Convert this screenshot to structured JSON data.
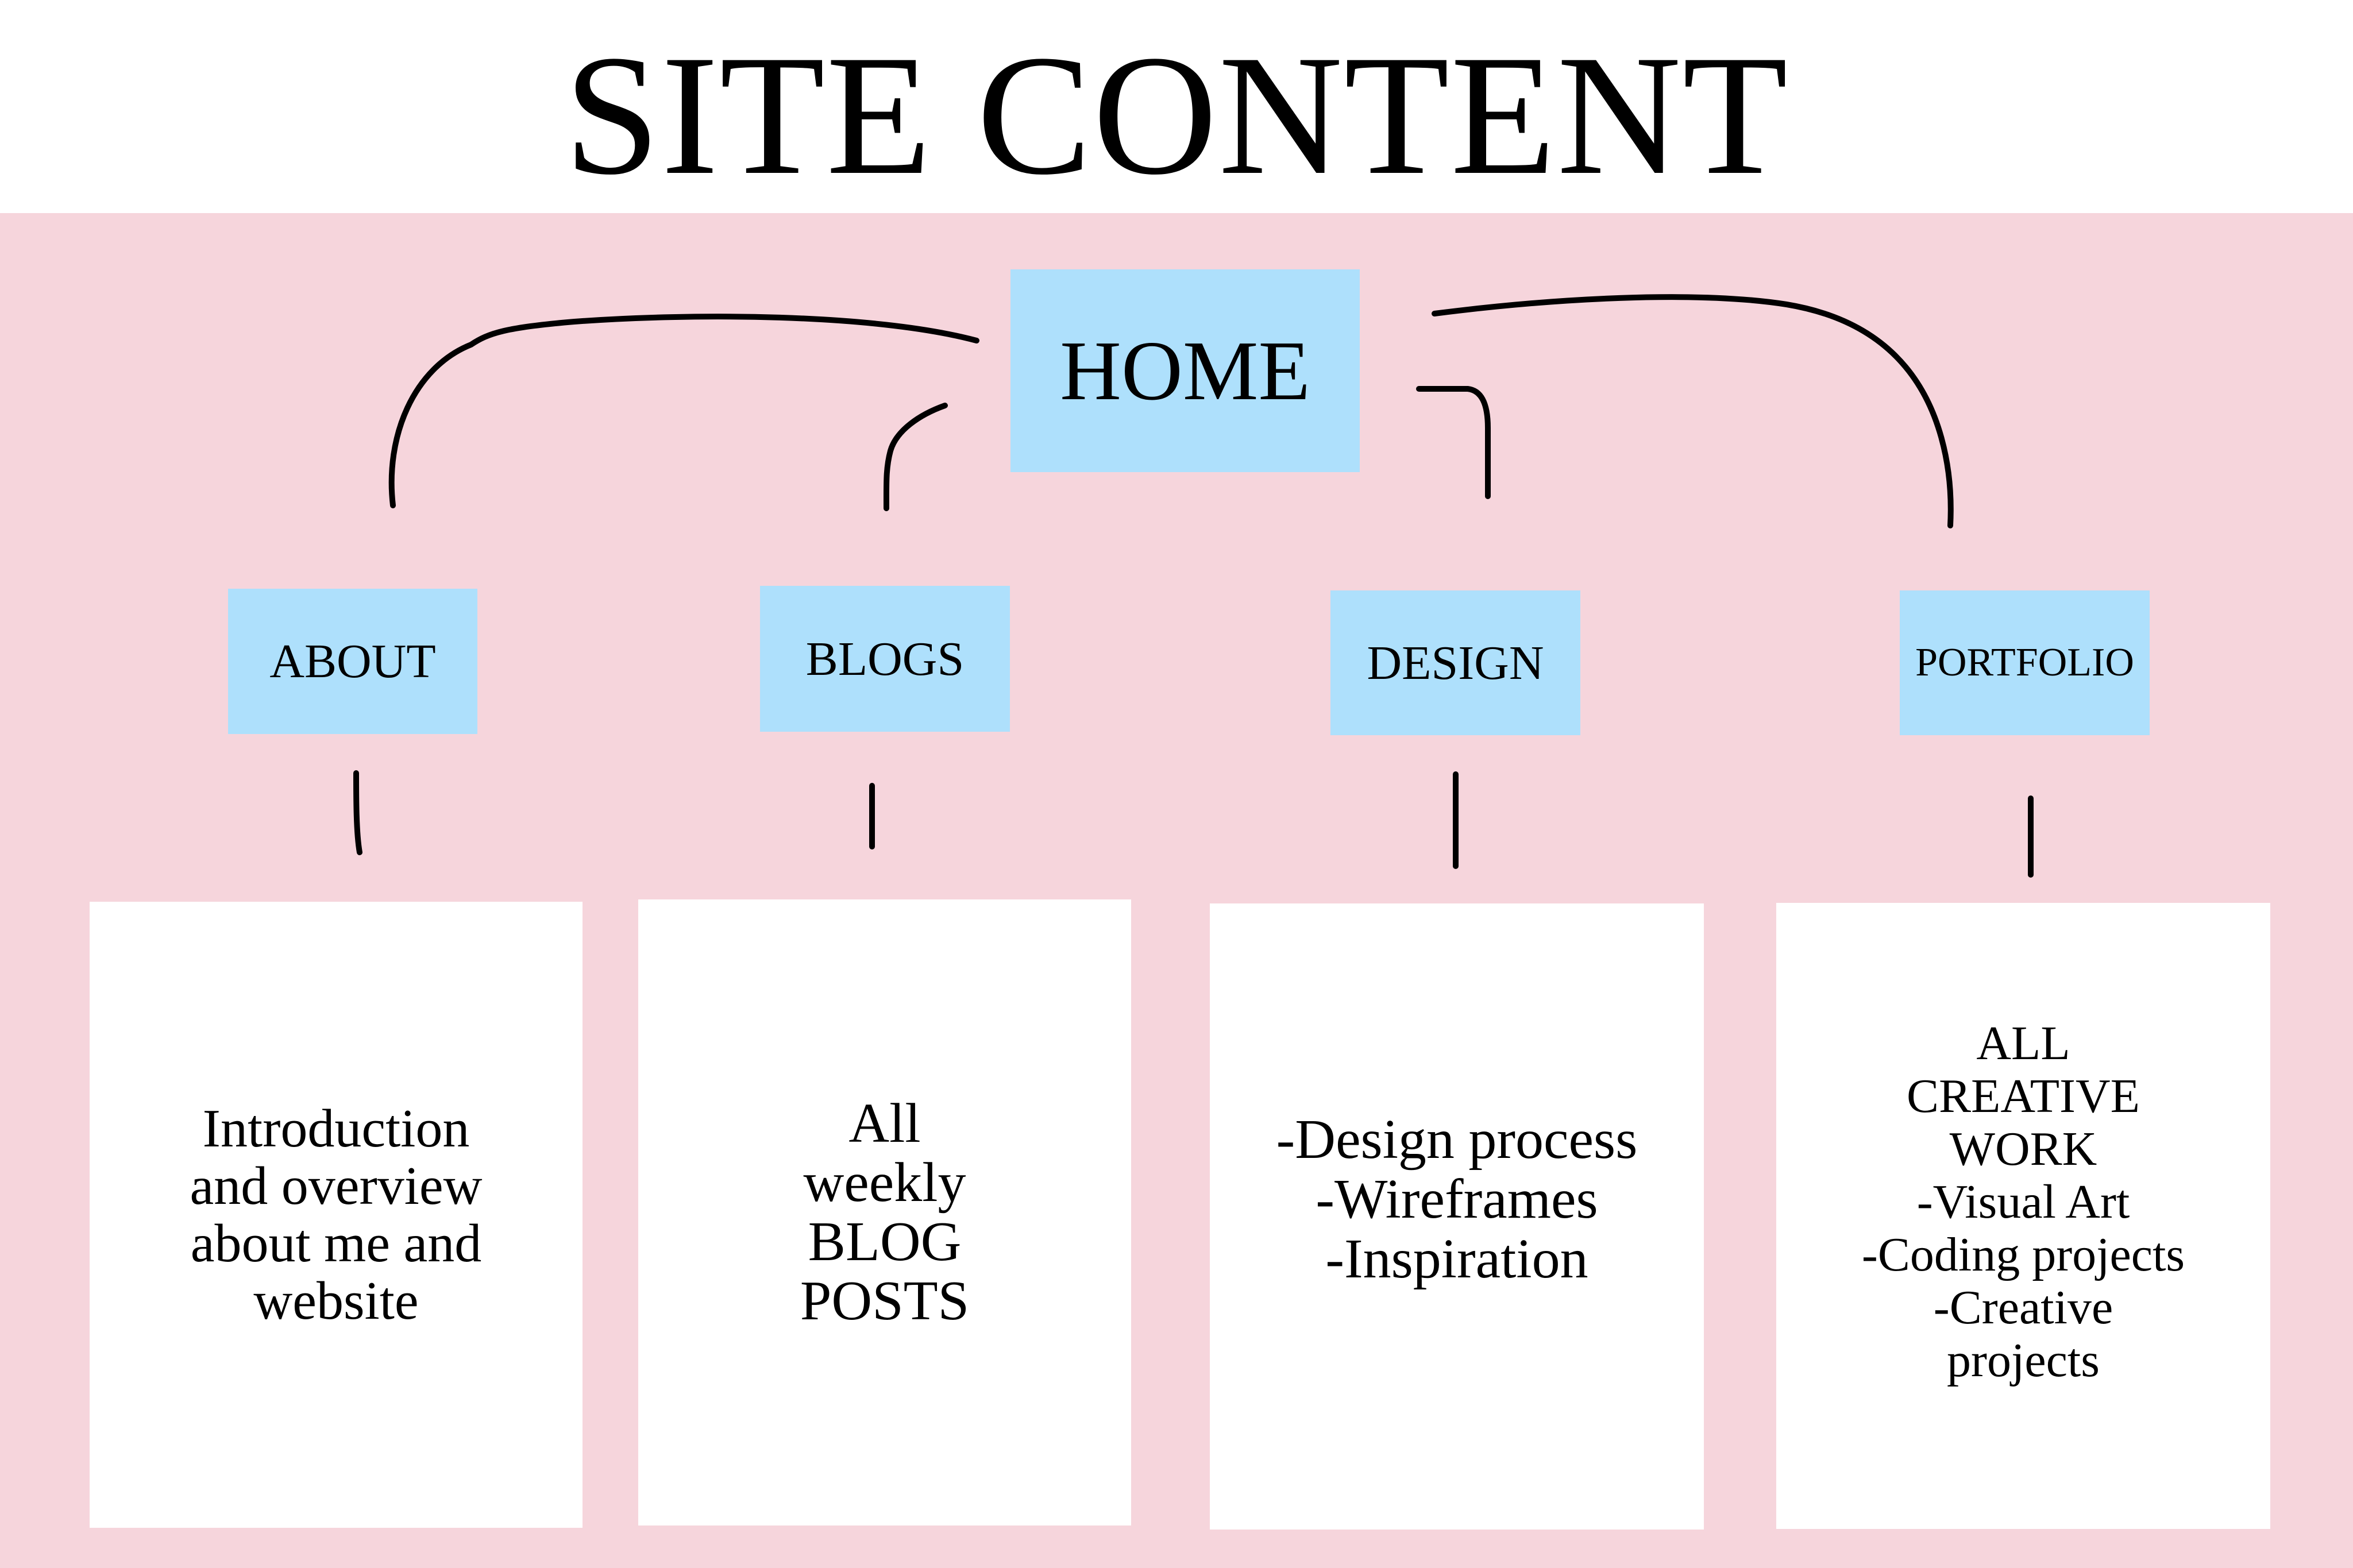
{
  "title": "SITE CONTENT",
  "colors": {
    "background": "#f6d5dc",
    "node_fill": "#aee0fc",
    "card_fill": "#ffffff",
    "line": "#000000"
  },
  "home": {
    "label": "HOME"
  },
  "sections": [
    {
      "label": "ABOUT",
      "content": [
        "Introduction",
        "and overview",
        "about me and",
        "website"
      ]
    },
    {
      "label": "BLOGS",
      "content": [
        "All",
        "weekly",
        "BLOG",
        "POSTS"
      ]
    },
    {
      "label": "DESIGN",
      "content": [
        "-Design process",
        "-Wireframes",
        "-Inspiration"
      ]
    },
    {
      "label": "PORTFOLIO",
      "content": [
        "ALL",
        "CREATIVE",
        "WORK",
        "-Visual Art",
        "-Coding projects",
        "-Creative",
        "projects"
      ]
    }
  ]
}
